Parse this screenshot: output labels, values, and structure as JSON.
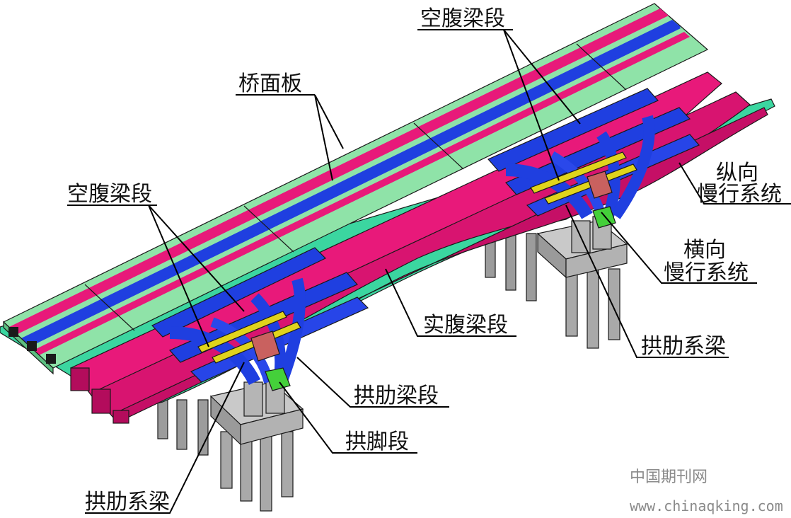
{
  "labels": {
    "deck": "桥面板",
    "hollow_top": "空腹梁段",
    "hollow_left": "空腹梁段",
    "long_bracing_1": "纵向",
    "long_bracing_2": "慢行系统",
    "trans_bracing_1": "横向",
    "trans_bracing_2": "慢行系统",
    "solid_web": "实腹梁段",
    "rib_tie_right": "拱肋系梁",
    "rib_segment": "拱肋梁段",
    "arch_foot": "拱脚段",
    "rib_tie_bottom": "拱肋系梁"
  },
  "watermark": {
    "line1": "中国期刊网",
    "line2": "www.chinaqking.com"
  },
  "colors": {
    "deck": "#8fe3a8",
    "red_girder": "#e8197a",
    "blue_beam": "#1f3fe0",
    "yellow_brace": "#e0d41c",
    "green_joint": "#44d03a",
    "pier": "#a9a9a9",
    "walkway": "#3bd6a0"
  }
}
